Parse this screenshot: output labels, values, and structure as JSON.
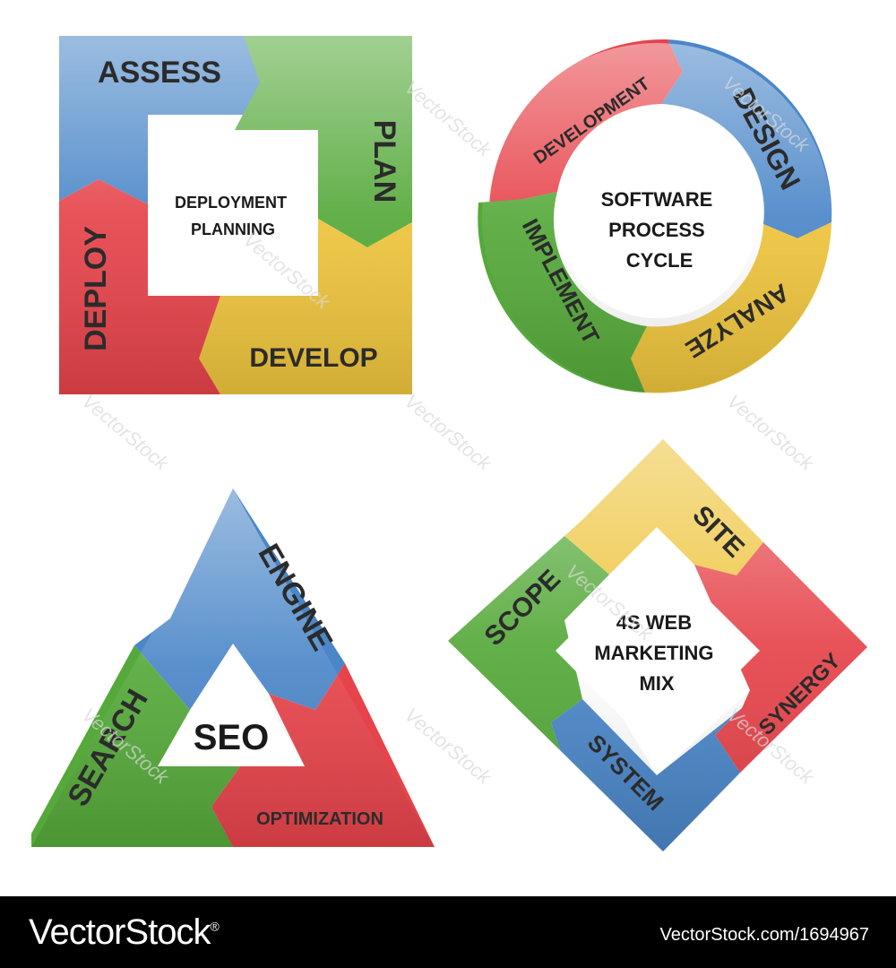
{
  "colors": {
    "blue": "#4a86c8",
    "green": "#55a93a",
    "yellow": "#eec43c",
    "red": "#e6434a",
    "footer_bg": "#000000"
  },
  "diagrams": {
    "deployment": {
      "center": [
        "DEPLOYMENT",
        "PLANNING"
      ],
      "segments": {
        "assess": "ASSESS",
        "plan": "PLAN",
        "develop": "DEVELOP",
        "deploy": "DEPLOY"
      }
    },
    "software": {
      "center": [
        "SOFTWARE",
        "PROCESS",
        "CYCLE"
      ],
      "segments": {
        "development": "DEVELOPMENT",
        "design": "DESIGN",
        "analyze": "ANALYZE",
        "implement": "IMPLEMENT"
      }
    },
    "seo": {
      "center": "SEO",
      "segments": {
        "engine": "ENGINE",
        "search": "SEARCH",
        "optimization": "OPTIMIZATION"
      }
    },
    "web": {
      "center": [
        "4S WEB",
        "MARKETING",
        "MIX"
      ],
      "segments": {
        "site": "SITE",
        "synergy": "SYNERGY",
        "system": "SYSTEM",
        "scope": "SCOPE"
      }
    }
  },
  "watermark": "VectorStock",
  "footer": {
    "logo": "VectorStock",
    "trademark": "®",
    "url": "VectorStock.com/1694967"
  }
}
